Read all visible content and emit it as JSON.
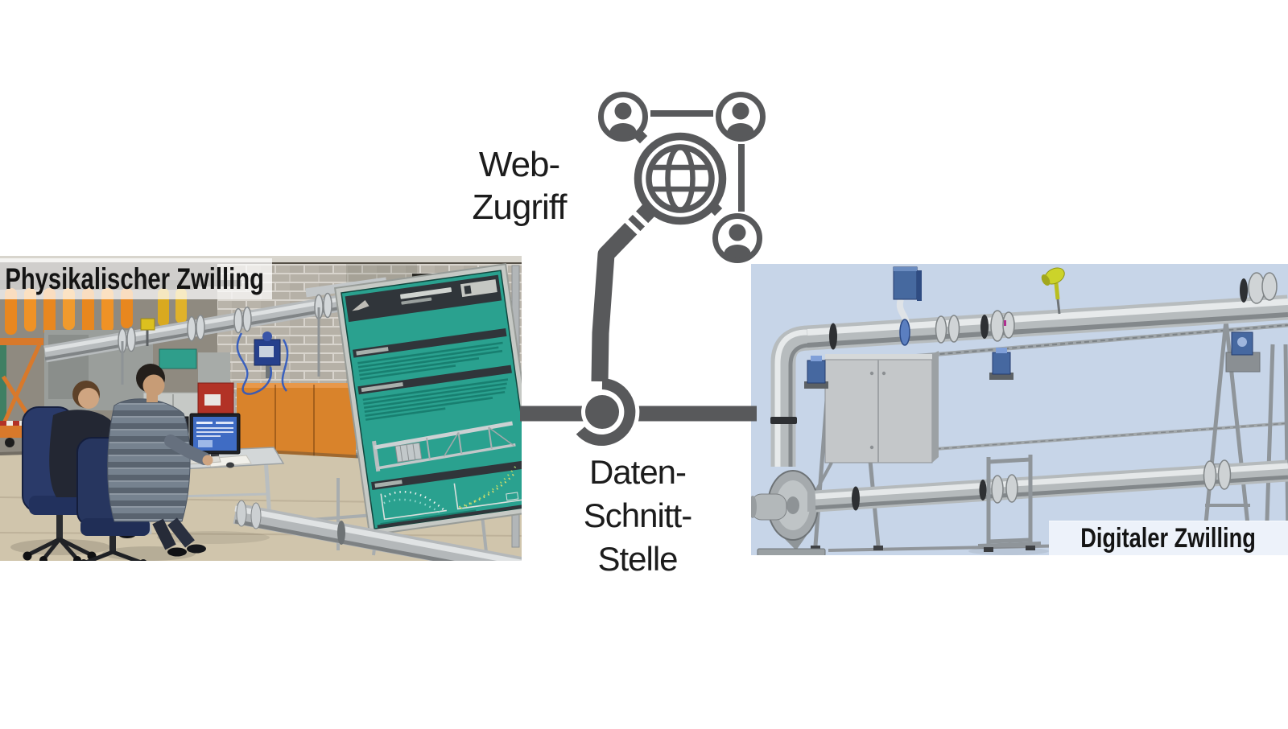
{
  "diagram": {
    "left_panel_label": "Physikalischer Zwilling",
    "right_panel_label": "Digitaler Zwilling",
    "web_access_label": {
      "lines": [
        "Web-",
        "Zugriff"
      ]
    },
    "data_interface_label": {
      "lines": [
        "Daten-",
        "Schnitt-",
        "Stelle"
      ]
    }
  },
  "icons": {
    "network_icon": "globe-in-magnifier-connected-to-three-user-avatars",
    "user_icon": "person-in-circle",
    "globe_icon": "globe-grid-in-lens",
    "connector_node_icon": "open-ring-socket-node"
  },
  "colors": {
    "connector_gray": "#58595b",
    "label_text": "#141414",
    "photo_label_band": "rgba(255,255,255,0.72)",
    "cad_background": "#c7d5e8",
    "cad_label_band": "#edf2fa",
    "poster_teal": "#2aa18f",
    "equipment_orange": "#d9832b",
    "chair_blue": "#2a3a69",
    "sensor_blue": "#4668a0",
    "sensor_yellow": "#ccd32a"
  }
}
